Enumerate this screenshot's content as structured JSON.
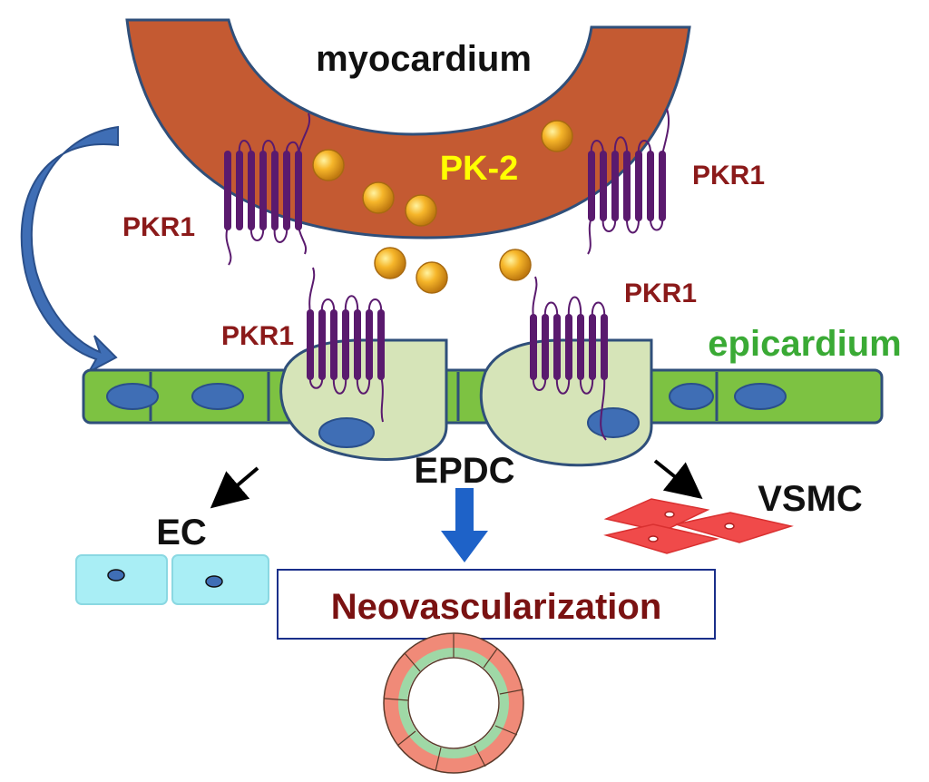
{
  "labels": {
    "myocardium": "myocardium",
    "pk2": "PK-2",
    "pkr1_left": "PKR1",
    "pkr1_right": "PKR1",
    "pkr1_epi_left": "PKR1",
    "pkr1_epi_right": "PKR1",
    "epicardium": "epicardium",
    "epdc": "EPDC",
    "ec": "EC",
    "vsmc": "VSMC",
    "neovascularization": "Neovascularization"
  },
  "colors": {
    "myocardium": "#c45a32",
    "pk2_text": "#ffff00",
    "pkr1_text": "#8b1a1a",
    "receptor": "#5a1a6e",
    "epicardium": "#7dc242",
    "epicardium_text": "#3aaa35",
    "epdc_cell": "#d6e4b8",
    "nucleus": "#3f6eb5",
    "ec_cell": "#a9eef5",
    "vsmc_cell": "#f04a4a",
    "curved_arrow": "#3f6eb5",
    "down_arrow": "#1e62c8",
    "neo_text": "#7a1212",
    "vessel_outer": "#f08a78",
    "vessel_inner": "#9fd8a6"
  }
}
